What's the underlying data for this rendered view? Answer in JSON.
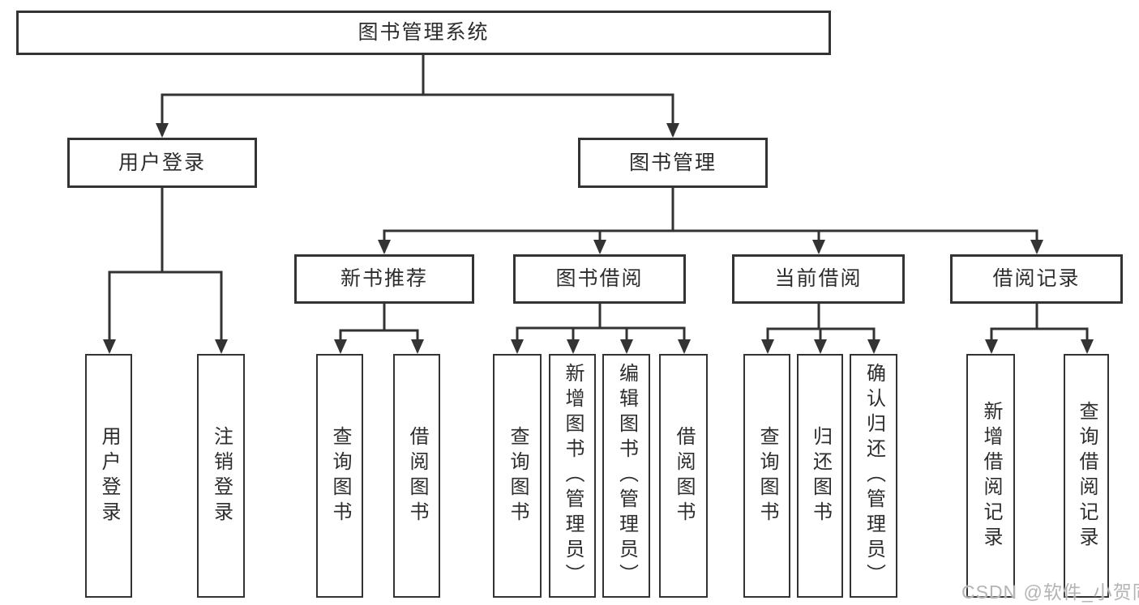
{
  "diagram": {
    "type": "hierarchy-tree",
    "colors": {
      "line": "#333333",
      "box_border": "#333333",
      "box_fill": "#ffffff",
      "text": "#2d2d2d",
      "watermark": "#b4b4b4",
      "background": "#ffffff"
    },
    "nodes": {
      "root": {
        "label": "图书管理系统"
      },
      "userLoginModule": {
        "label": "用户登录"
      },
      "bookManagement": {
        "label": "图书管理"
      },
      "newBookRecommend": {
        "label": "新书推荐"
      },
      "bookBorrow": {
        "label": "图书借阅"
      },
      "currentBorrow": {
        "label": "当前借阅"
      },
      "borrowRecord": {
        "label": "借阅记录"
      },
      "leafUserLogin": {
        "label": "用户登录"
      },
      "leafLogout": {
        "label": "注销登录"
      },
      "leafQueryBook1": {
        "label": "查询图书"
      },
      "leafBorrowBook1": {
        "label": "借阅图书"
      },
      "leafQueryBook2": {
        "label": "查询图书"
      },
      "leafAddBookAdmin": {
        "label": "新增图书（管理员）"
      },
      "leafEditBookAdmin": {
        "label": "编辑图书（管理员）"
      },
      "leafBorrowBook2": {
        "label": "借阅图书"
      },
      "leafQueryBook3": {
        "label": "查询图书"
      },
      "leafReturnBook": {
        "label": "归还图书"
      },
      "leafConfirmReturnAdmin": {
        "label": "确认归还（管理员）"
      },
      "leafAddBorrowRecord": {
        "label": "新增借阅记录"
      },
      "leafQueryBorrowRecord": {
        "label": "查询借阅记录"
      }
    },
    "edges": [
      [
        "root",
        "userLoginModule"
      ],
      [
        "root",
        "bookManagement"
      ],
      [
        "userLoginModule",
        "leafUserLogin"
      ],
      [
        "userLoginModule",
        "leafLogout"
      ],
      [
        "bookManagement",
        "newBookRecommend"
      ],
      [
        "bookManagement",
        "bookBorrow"
      ],
      [
        "bookManagement",
        "currentBorrow"
      ],
      [
        "bookManagement",
        "borrowRecord"
      ],
      [
        "newBookRecommend",
        "leafQueryBook1"
      ],
      [
        "newBookRecommend",
        "leafBorrowBook1"
      ],
      [
        "bookBorrow",
        "leafQueryBook2"
      ],
      [
        "bookBorrow",
        "leafAddBookAdmin"
      ],
      [
        "bookBorrow",
        "leafEditBookAdmin"
      ],
      [
        "bookBorrow",
        "leafBorrowBook2"
      ],
      [
        "currentBorrow",
        "leafQueryBook3"
      ],
      [
        "currentBorrow",
        "leafReturnBook"
      ],
      [
        "currentBorrow",
        "leafConfirmReturnAdmin"
      ],
      [
        "borrowRecord",
        "leafAddBorrowRecord"
      ],
      [
        "borrowRecord",
        "leafQueryBorrowRecord"
      ]
    ]
  },
  "watermark": {
    "text": "CSDN @软件_小贺同学"
  }
}
